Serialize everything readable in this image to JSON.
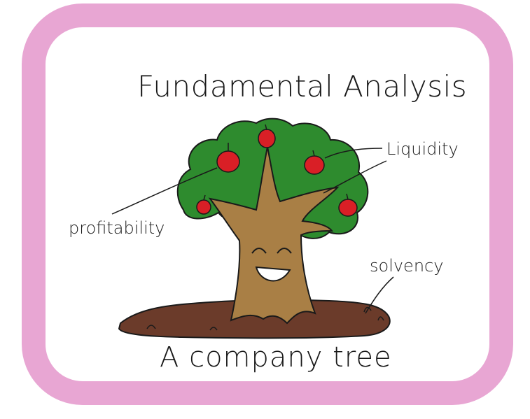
{
  "title": "Fundamental Analysis",
  "labels": {
    "liquidity": "Liquidity",
    "profitability": "profitability",
    "solvency": "solvency"
  },
  "caption": "A company tree",
  "colors": {
    "frame": "#e8a6d3",
    "foliage": "#2e8b2e",
    "trunk": "#a97f45",
    "soil": "#6b3b2a",
    "apple": "#d91f26",
    "outline": "#1a1a1a"
  }
}
